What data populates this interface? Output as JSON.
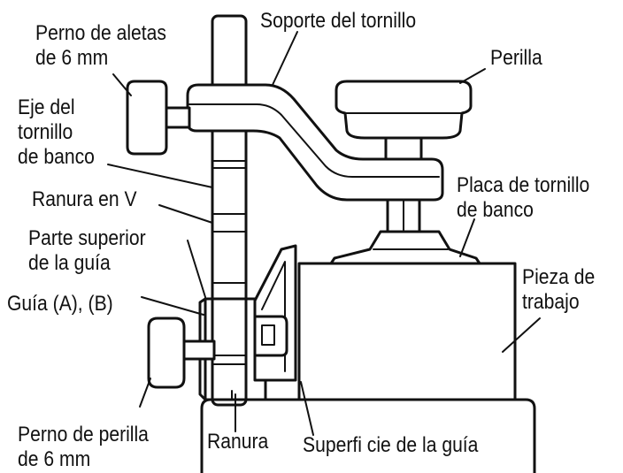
{
  "labels": {
    "wing_bolt": [
      "Perno de aletas",
      "de 6 mm"
    ],
    "screw_support": "Soporte del tornillo",
    "knob": "Perilla",
    "vise_shaft": [
      "Eje del",
      "tornillo",
      "de banco"
    ],
    "v_groove": "Ranura en V",
    "guide_top": [
      "Parte superior",
      "de la guía"
    ],
    "guide_ab": "Guía (A), (B)",
    "vise_plate": [
      "Placa de tornillo",
      "de banco"
    ],
    "workpiece": [
      "Pieza de",
      "trabajo"
    ],
    "knob_bolt": [
      "Perno de perilla",
      "de 6 mm"
    ],
    "groove": "Ranura",
    "guide_surface": "Superfi cie de la guía"
  },
  "colors": {
    "line": "#111111",
    "background": "#ffffff"
  }
}
